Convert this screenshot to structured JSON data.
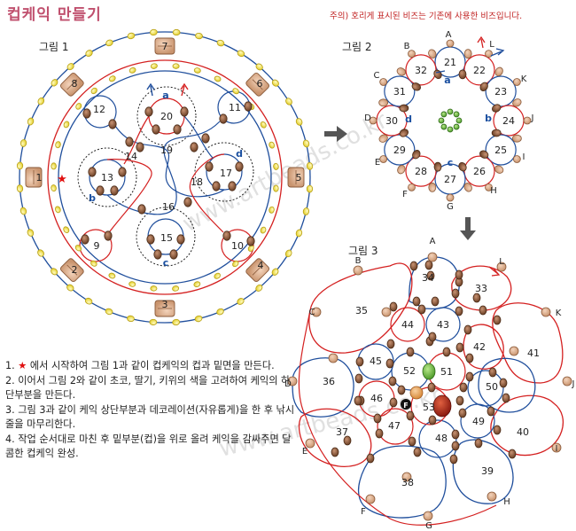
{
  "title": "컵케익 만들기",
  "note": "주의) 호리게 표시된 비즈는 기존에 사용한 비즈입니다.",
  "fig1": {
    "label": "그림 1",
    "outer_numbers": [
      "1",
      "2",
      "3",
      "4",
      "5",
      "6",
      "7",
      "8"
    ],
    "inner_numbers": [
      "9",
      "10",
      "11",
      "12",
      "13",
      "14",
      "15",
      "16",
      "17",
      "18",
      "19",
      "20"
    ],
    "letters": [
      "a",
      "b",
      "c",
      "d"
    ]
  },
  "fig2": {
    "label": "그림 2",
    "numbers": [
      "21",
      "22",
      "23",
      "24",
      "25",
      "26",
      "27",
      "28",
      "29",
      "30",
      "31",
      "32"
    ],
    "letters": [
      "A",
      "B",
      "C",
      "D",
      "E",
      "F",
      "G",
      "H",
      "I",
      "J",
      "K",
      "L"
    ],
    "small": [
      "a",
      "b",
      "c",
      "d"
    ]
  },
  "fig3": {
    "label": "그림 3",
    "numbers": [
      "33",
      "34",
      "35",
      "36",
      "37",
      "38",
      "39",
      "40",
      "41",
      "42",
      "43",
      "44",
      "45",
      "46",
      "47",
      "48",
      "49",
      "50",
      "51",
      "52",
      "53"
    ],
    "letters": [
      "A",
      "B",
      "C",
      "D",
      "E",
      "F",
      "G",
      "H",
      "I",
      "J",
      "K",
      "L"
    ],
    "marker": "F"
  },
  "watermark": "www.artbeads.co.kr",
  "instructions": [
    {
      "num": "1.",
      "star": "★",
      "text": " 에서 시작하여 그림 1과 같이 컵케익의 컵과 밑면을 만든다."
    },
    {
      "num": "2.",
      "star": "",
      "text": " 이어서 그림 2와 같이 초코, 딸기, 키위의 색을 고려하여 케익의 하단부분을 만든다."
    },
    {
      "num": "3.",
      "star": "",
      "text": " 그림 3과 같이 케익 상단부분과 데코레이션(자유롭게)을 한 후 낚시줄을 마무리한다."
    },
    {
      "num": "4.",
      "star": "",
      "text": " 작업 순서대로 마친 후 밑부분(컵)을 위로 올려 케익을 감싸주면 달콤한 컵케익 완성."
    }
  ],
  "colors": {
    "red_line": "#d42020",
    "blue_line": "#1f4e9c",
    "yellow_bead": "#f2e24a",
    "brown_bead": "#8a5a3a",
    "tan_bead": "#d9a882"
  }
}
